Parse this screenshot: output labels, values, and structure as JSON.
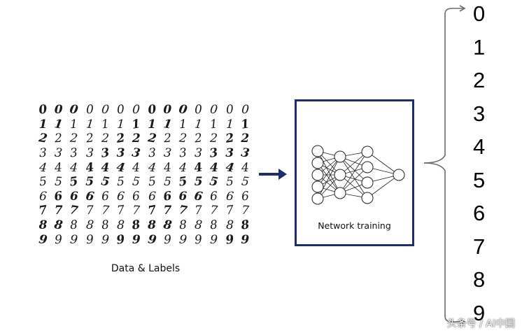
{
  "digit_rows": [
    "00000000000000",
    "11111111111111",
    "22222222222222",
    "33333333333333",
    "44444444444444",
    "55555555555555",
    "66666666666666",
    "77777777777777",
    "88888888888888",
    "99999999999999"
  ],
  "caption": "Data & Labels",
  "network": {
    "label": "Network training",
    "layers": [
      5,
      3,
      4,
      1
    ]
  },
  "class_labels": [
    "0",
    "1",
    "2",
    "3",
    "4",
    "5",
    "6",
    "7",
    "8",
    "9"
  ],
  "watermark": "头条号 / AI中国",
  "colors": {
    "box_border": "#1f2d6b",
    "arrow": "#1f2d6b",
    "brace": "#6b6b6b"
  }
}
